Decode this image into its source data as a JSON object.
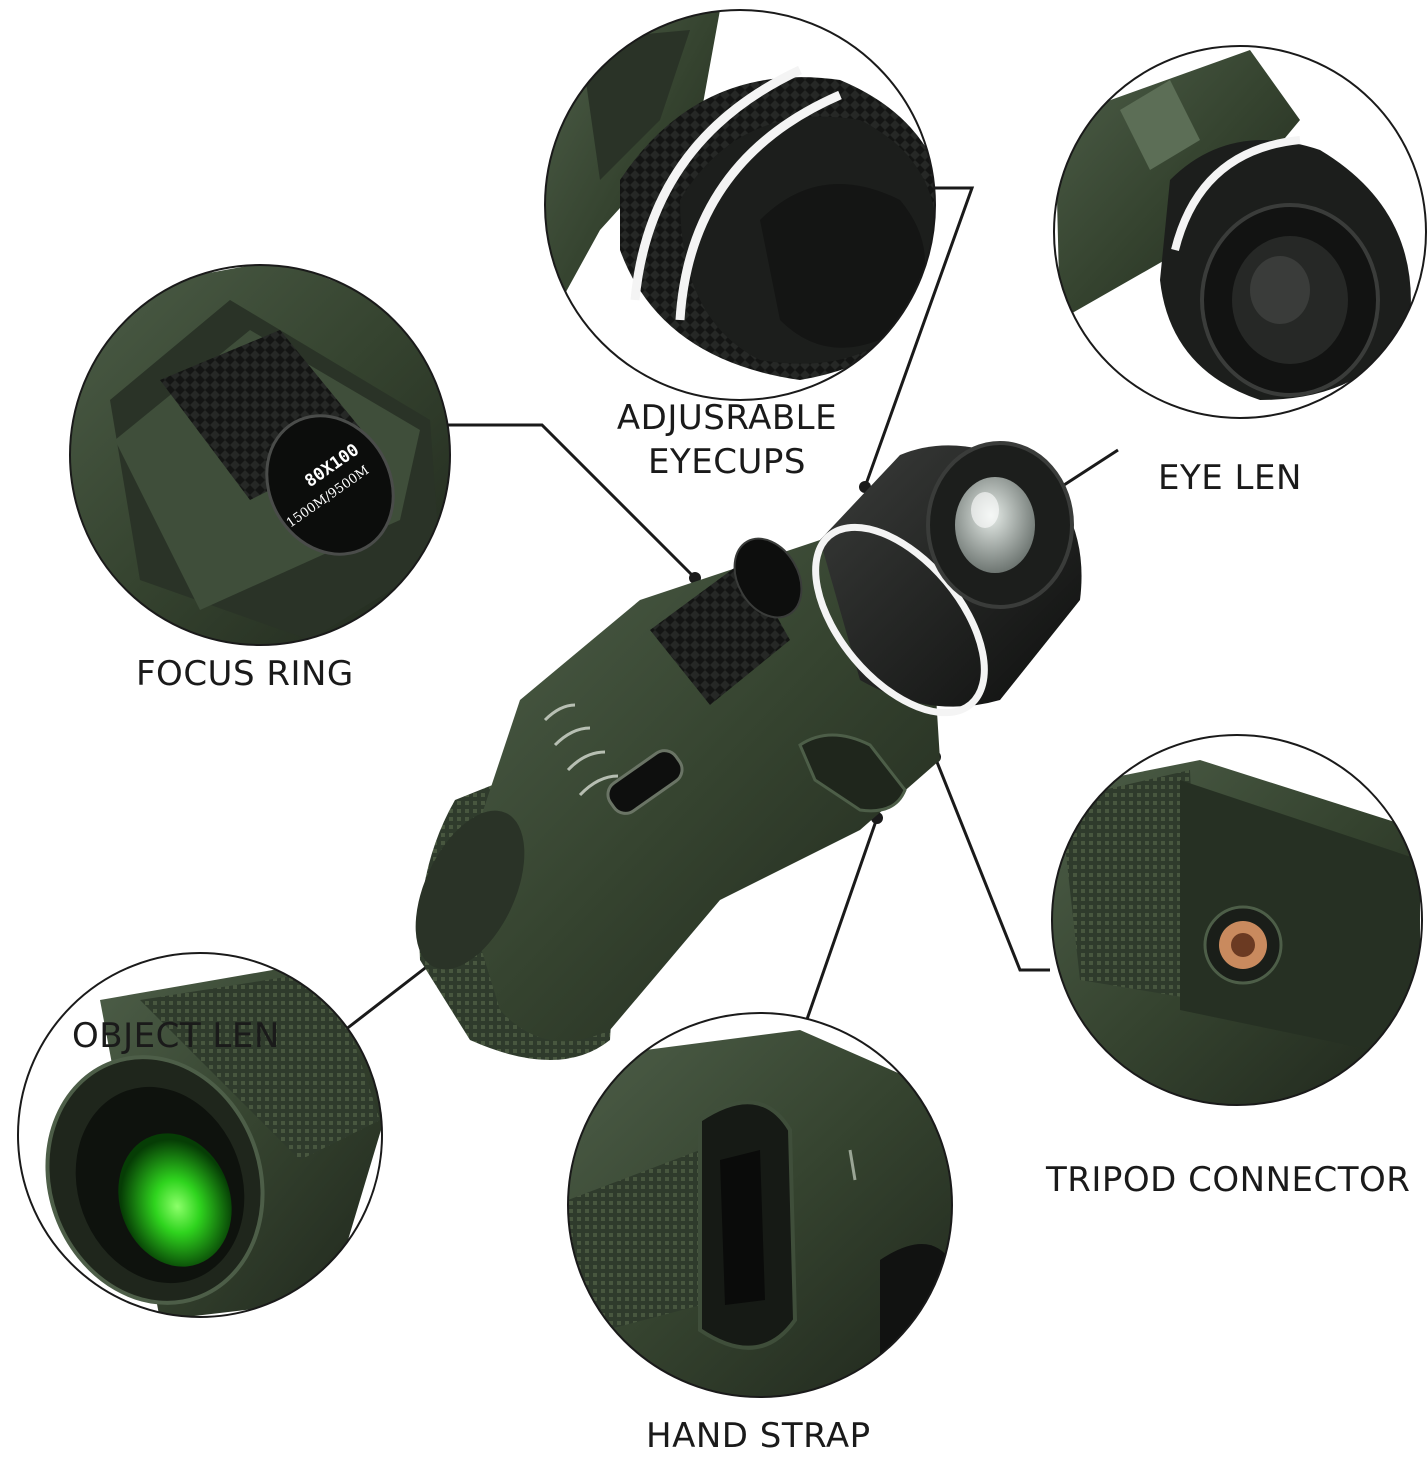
{
  "labels": {
    "focus_ring": "FOCUS RING",
    "eyecups_line1": "ADJUSRABLE",
    "eyecups_line2": "EYECUPS",
    "eye_len": "EYE LEN",
    "tripod_connector": "TRIPOD CONNECTOR",
    "object_len": "OBJECT LEN",
    "hand_strap": "HAND STRAP"
  },
  "knob_engraving": {
    "line1": "80X100",
    "line2": "1500M/9500M"
  },
  "colors": {
    "body_green": "#3a4a36",
    "body_dark": "#2a3327",
    "rubber_black": "#1c1e1c",
    "ring_white": "#f4f4f4",
    "lens_green": "#3ddc2e",
    "brass": "#c98a5e",
    "line": "#1a1a1a"
  }
}
